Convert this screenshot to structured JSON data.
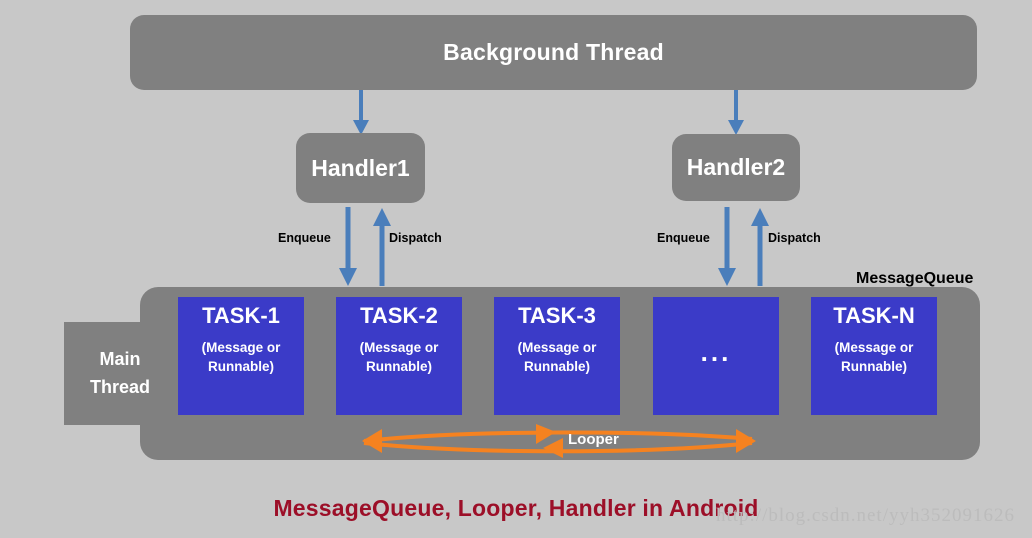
{
  "background_thread": {
    "label": "Background Thread",
    "color": "#808080",
    "text_color": "#ffffff"
  },
  "handlers": [
    {
      "name": "handler1",
      "label": "Handler1",
      "enqueue_label": "Enqueue",
      "dispatch_label": "Dispatch"
    },
    {
      "name": "handler2",
      "label": "Handler2",
      "enqueue_label": "Enqueue",
      "dispatch_label": "Dispatch"
    }
  ],
  "message_queue": {
    "title": "MessageQueue",
    "container_color": "#808080",
    "main_thread": {
      "line1": "Main",
      "line2": "Thread"
    },
    "tasks": [
      {
        "title": "TASK-1",
        "sub_line1": "(Message or",
        "sub_line2": "Runnable)",
        "is_ellipsis": false
      },
      {
        "title": "TASK-2",
        "sub_line1": "(Message or",
        "sub_line2": "Runnable)",
        "is_ellipsis": false
      },
      {
        "title": "TASK-3",
        "sub_line1": "(Message or",
        "sub_line2": "Runnable)",
        "is_ellipsis": false
      },
      {
        "title": "",
        "sub_line1": "",
        "sub_line2": "",
        "is_ellipsis": true,
        "ellipsis": "..."
      },
      {
        "title": "TASK-N",
        "sub_line1": "(Message or",
        "sub_line2": "Runnable)",
        "is_ellipsis": false
      }
    ],
    "task_color": "#3b3bc8"
  },
  "looper": {
    "label": "Looper",
    "color": "#f58220"
  },
  "arrows": {
    "color": "#4a7ebb"
  },
  "footer": {
    "title": "MessageQueue, Looper, Handler in Android",
    "title_color": "#9c0f28",
    "watermark": "http://blog.csdn.net/yyh352091626"
  }
}
